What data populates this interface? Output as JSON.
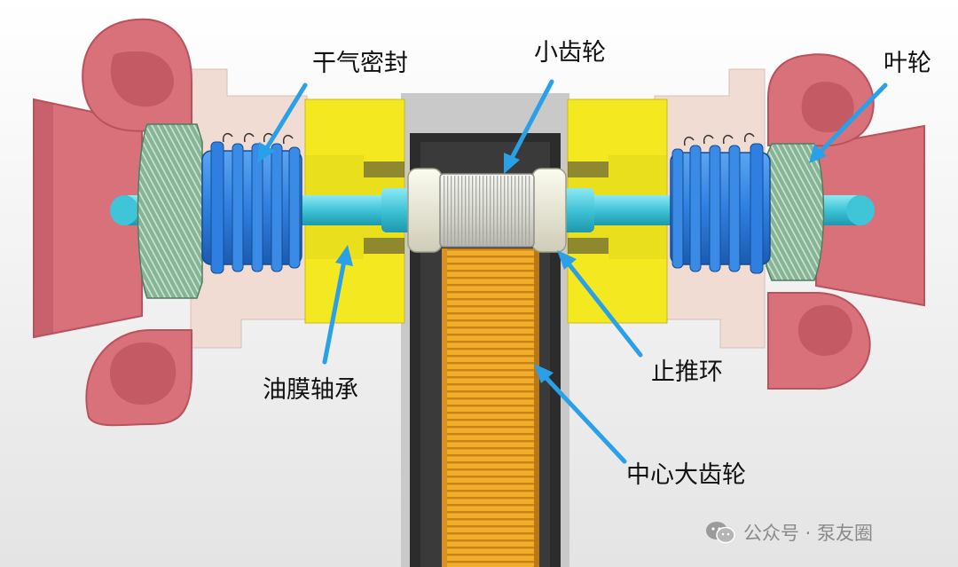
{
  "labels": {
    "dry_gas_seal": "干气密封",
    "pinion": "小齿轮",
    "impeller": "叶轮",
    "oil_film_bearing": "油膜轴承",
    "thrust_ring": "止推环",
    "bull_gear": "中心大齿轮"
  },
  "watermark": {
    "text": "公众号 · 泵友圈",
    "icon": "wechat-icon"
  },
  "colors": {
    "volute": "#d9717b",
    "volute_dark": "#b8525c",
    "housing": "#f0dcd3",
    "bearing": "#f4e820",
    "seal": "#2f7fe0",
    "shaft": "#4ecfe0",
    "impeller": "#7fae8e",
    "bull_gear": "#f2ad2a",
    "pinion": "#e6e6e2",
    "thrust_ring": "#ecebd8",
    "pointer": "#2aa0e8",
    "casing": "#2c2c2c"
  }
}
